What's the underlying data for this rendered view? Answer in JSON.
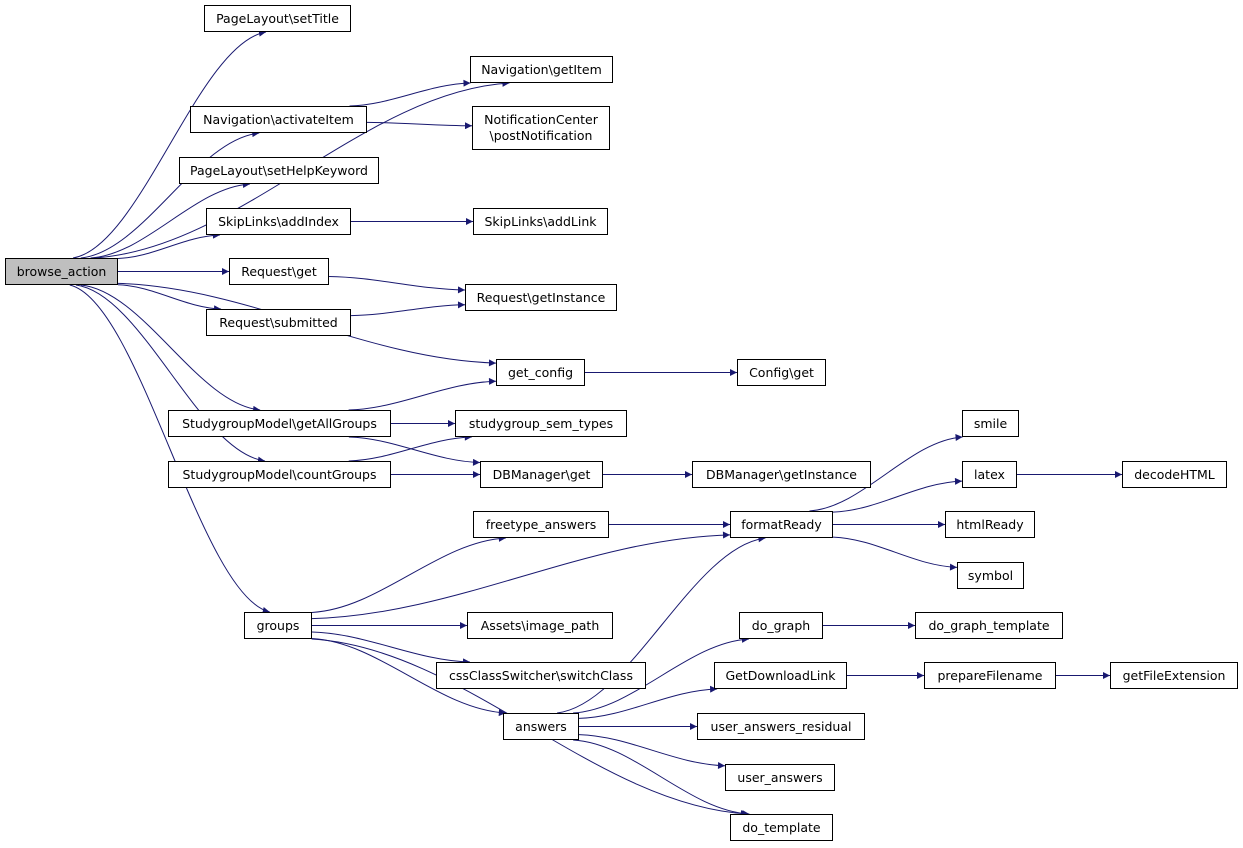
{
  "colors": {
    "edge": "#191970",
    "node_border": "#000000",
    "node_fill": "#ffffff",
    "root_fill": "#bfbfbf"
  },
  "nodes": [
    {
      "id": "browse_action",
      "label": "browse_action",
      "root": true
    },
    {
      "id": "setTitle",
      "label": "PageLayout\\setTitle"
    },
    {
      "id": "navGetItem",
      "label": "Navigation\\getItem"
    },
    {
      "id": "navActivate",
      "label": "Navigation\\activateItem"
    },
    {
      "id": "postNotif",
      "label": "NotificationCenter\n\\postNotification"
    },
    {
      "id": "setHelp",
      "label": "PageLayout\\setHelpKeyword"
    },
    {
      "id": "addIndex",
      "label": "SkipLinks\\addIndex"
    },
    {
      "id": "addLink",
      "label": "SkipLinks\\addLink"
    },
    {
      "id": "reqGet",
      "label": "Request\\get"
    },
    {
      "id": "reqInst",
      "label": "Request\\getInstance"
    },
    {
      "id": "reqSub",
      "label": "Request\\submitted"
    },
    {
      "id": "getConfig",
      "label": "get_config"
    },
    {
      "id": "configGet",
      "label": "Config\\get"
    },
    {
      "id": "getAll",
      "label": "StudygroupModel\\getAllGroups"
    },
    {
      "id": "semTypes",
      "label": "studygroup_sem_types"
    },
    {
      "id": "count",
      "label": "StudygroupModel\\countGroups"
    },
    {
      "id": "dbGet",
      "label": "DBManager\\get"
    },
    {
      "id": "dbInst",
      "label": "DBManager\\getInstance"
    },
    {
      "id": "smile",
      "label": "smile"
    },
    {
      "id": "latex",
      "label": "latex"
    },
    {
      "id": "decode",
      "label": "decodeHTML"
    },
    {
      "id": "freetype",
      "label": "freetype_answers"
    },
    {
      "id": "formatReady",
      "label": "formatReady"
    },
    {
      "id": "htmlReady",
      "label": "htmlReady"
    },
    {
      "id": "symbol",
      "label": "symbol"
    },
    {
      "id": "groups",
      "label": "groups"
    },
    {
      "id": "imagePath",
      "label": "Assets\\image_path"
    },
    {
      "id": "doGraph",
      "label": "do_graph"
    },
    {
      "id": "doGraphT",
      "label": "do_graph_template"
    },
    {
      "id": "cssSwitch",
      "label": "cssClassSwitcher\\switchClass"
    },
    {
      "id": "dlLink",
      "label": "GetDownloadLink"
    },
    {
      "id": "prepFile",
      "label": "prepareFilename"
    },
    {
      "id": "fileExt",
      "label": "getFileExtension"
    },
    {
      "id": "answers",
      "label": "answers"
    },
    {
      "id": "uaResidual",
      "label": "user_answers_residual"
    },
    {
      "id": "ua",
      "label": "user_answers"
    },
    {
      "id": "doTemplate",
      "label": "do_template"
    }
  ],
  "edges": [
    [
      "browse_action",
      "setTitle"
    ],
    [
      "browse_action",
      "navGetItem"
    ],
    [
      "browse_action",
      "navActivate"
    ],
    [
      "browse_action",
      "setHelp"
    ],
    [
      "browse_action",
      "addIndex"
    ],
    [
      "browse_action",
      "reqGet"
    ],
    [
      "browse_action",
      "reqSub"
    ],
    [
      "browse_action",
      "getConfig"
    ],
    [
      "browse_action",
      "getAll"
    ],
    [
      "browse_action",
      "count"
    ],
    [
      "browse_action",
      "groups"
    ],
    [
      "navActivate",
      "navGetItem"
    ],
    [
      "navActivate",
      "postNotif"
    ],
    [
      "addIndex",
      "addLink"
    ],
    [
      "reqGet",
      "reqInst"
    ],
    [
      "reqSub",
      "reqInst"
    ],
    [
      "getConfig",
      "configGet"
    ],
    [
      "getAll",
      "getConfig"
    ],
    [
      "getAll",
      "semTypes"
    ],
    [
      "getAll",
      "dbGet"
    ],
    [
      "count",
      "semTypes"
    ],
    [
      "count",
      "dbGet"
    ],
    [
      "dbGet",
      "dbInst"
    ],
    [
      "formatReady",
      "smile"
    ],
    [
      "formatReady",
      "latex"
    ],
    [
      "formatReady",
      "htmlReady"
    ],
    [
      "formatReady",
      "symbol"
    ],
    [
      "latex",
      "decode"
    ],
    [
      "freetype",
      "formatReady"
    ],
    [
      "groups",
      "freetype"
    ],
    [
      "groups",
      "formatReady"
    ],
    [
      "groups",
      "imagePath"
    ],
    [
      "groups",
      "cssSwitch"
    ],
    [
      "groups",
      "answers"
    ],
    [
      "groups",
      "doTemplate"
    ],
    [
      "answers",
      "formatReady"
    ],
    [
      "answers",
      "doGraph"
    ],
    [
      "answers",
      "dlLink"
    ],
    [
      "answers",
      "uaResidual"
    ],
    [
      "answers",
      "ua"
    ],
    [
      "answers",
      "doTemplate"
    ],
    [
      "doGraph",
      "doGraphT"
    ],
    [
      "dlLink",
      "prepFile"
    ],
    [
      "prepFile",
      "fileExt"
    ]
  ]
}
